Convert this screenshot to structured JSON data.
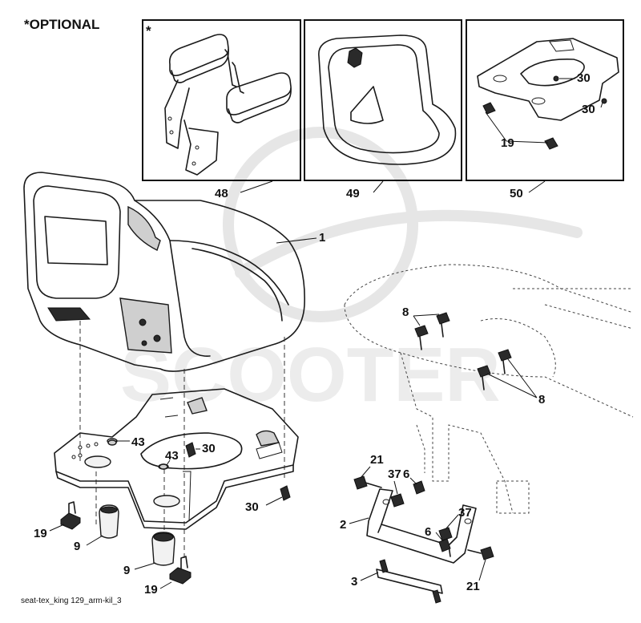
{
  "header": {
    "optional_note": "*OPTIONAL"
  },
  "boxes": [
    {
      "number": "48",
      "star": "*"
    },
    {
      "number": "49",
      "star": ""
    },
    {
      "number": "50",
      "star": ""
    }
  ],
  "callouts": {
    "seat": "1",
    "plate_30_a": "30",
    "plate_43_a": "43",
    "plate_43_b": "43",
    "plate_30_b": "30",
    "knob_19_a": "19",
    "bumper_9_a": "9",
    "bumper_9_b": "9",
    "knob_19_b": "19",
    "bolts_8_top": "8",
    "bolts_8_right": "8",
    "bolt_21_a": "21",
    "washer_37_a": "37",
    "nut_6_a": "6",
    "bracket_2": "2",
    "washer_37_b": "37",
    "nut_6_b": "6",
    "bolt_21_b": "21",
    "strip_3": "3",
    "box50_30_a": "30",
    "box50_30_b": "30",
    "box50_19": "19"
  },
  "footer": {
    "caption": "seat-tex_king 129_arm-kil_3"
  },
  "watermark": {
    "text": "SCOOTER"
  }
}
